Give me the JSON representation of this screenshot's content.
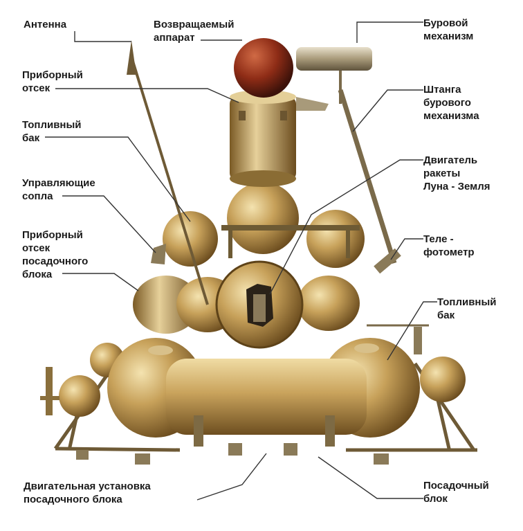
{
  "labels": {
    "antenna": "Антенна",
    "return_vehicle": "Возвращаемый\nаппарат",
    "instrument_compartment": "Приборный\nотсек",
    "fuel_tank_left": "Топливный\nбак",
    "control_nozzles": "Управляющие\nсопла",
    "landing_instrument_compartment": "Приборный\nотсек\nпосадочного\nблока",
    "landing_engine": "Двигательная установка\nпосадочного блока",
    "drill": "Буровой\nмеханизм",
    "drill_boom": "Штанга\nбурового\nмеханизма",
    "engine_moon_earth": "Двигатель\nракеты\nЛуна - Земля",
    "telephotometer": "Теле -\nфотометр",
    "fuel_tank_right": "Топливный\nбак",
    "landing_block": "Посадочный\nблок"
  },
  "colors": {
    "body_gold": "#c7a15a",
    "body_shadow": "#7a5a25",
    "capsule_red": "#8e2c16",
    "label_text": "#1a1a1a",
    "leader_line": "#333333"
  }
}
